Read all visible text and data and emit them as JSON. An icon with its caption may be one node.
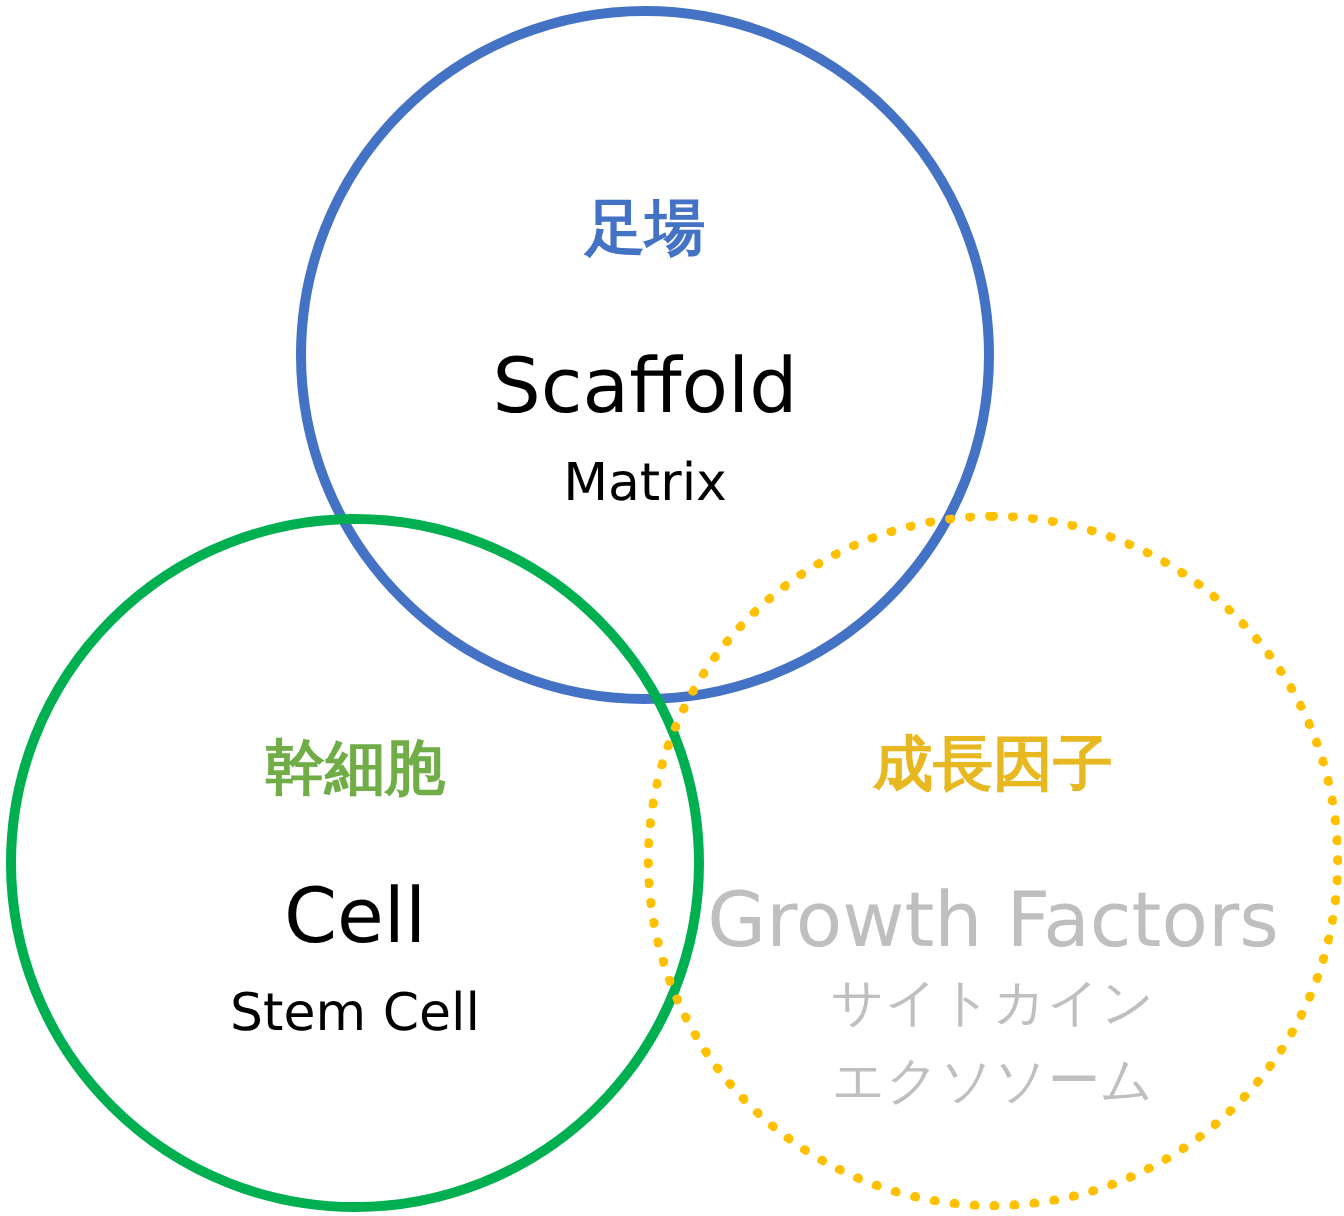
{
  "diagram": {
    "nodes": [
      {
        "text": [
          "足場",
          "Scaffold",
          "Matrix"
        ]
      },
      {
        "text": [
          "幹細胞",
          "Cell",
          "Stem Cell"
        ]
      },
      {
        "text": [
          "成長因子",
          "Growth Factors",
          "サイトカイン",
          "エクソソーム"
        ]
      }
    ]
  }
}
